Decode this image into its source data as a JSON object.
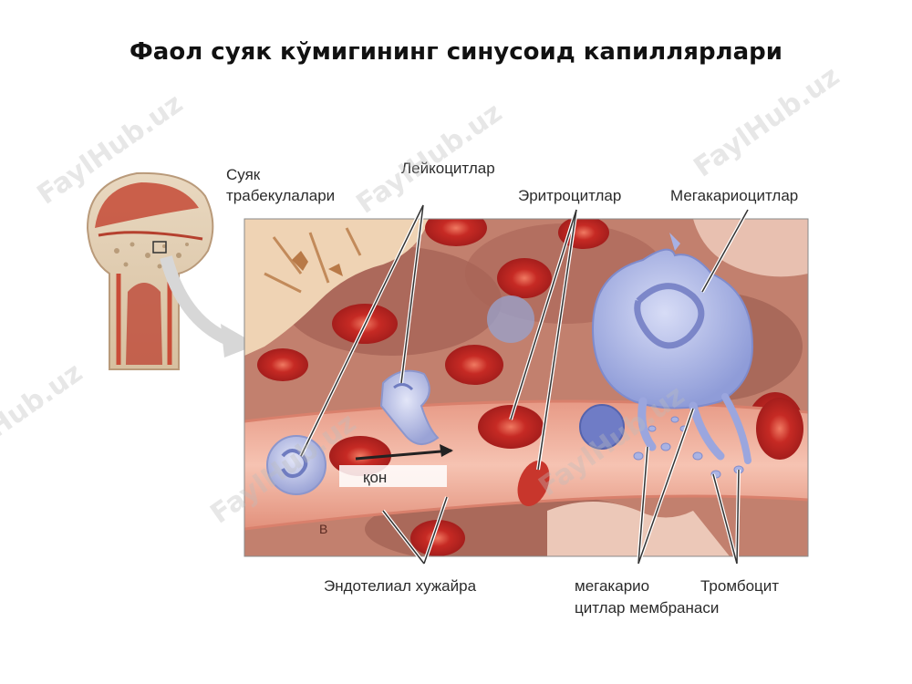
{
  "title": "Фаол суяк кўмигининг синусоид капиллярлари",
  "watermark": "FaylHub.uz",
  "labels": {
    "bone_trabeculae_line1": "Суяк",
    "bone_trabeculae_line2": "трабекулалари",
    "leukocytes": "Лейкоцитлар",
    "erythrocytes": "Эритроцитлар",
    "megakaryocytes": "Мегакариоцитлар",
    "blood": "қон",
    "endothelial_cell": "Эндотелиал хужайра",
    "mk_membrane_line1": "мегакарио",
    "mk_membrane_line2": "цитлар мембранаси",
    "platelet": "Тромбоцит",
    "letter_b": "B"
  },
  "colors": {
    "tissue_bg": "#c98a7a",
    "vessel": "#f0b3a0",
    "trabecula": "#f2d7b8",
    "rbc": "#c8302a",
    "leukocyte": "#b7bde3",
    "megakaryocyte": "#a8b3e6",
    "leader_line": "#ffffff"
  }
}
